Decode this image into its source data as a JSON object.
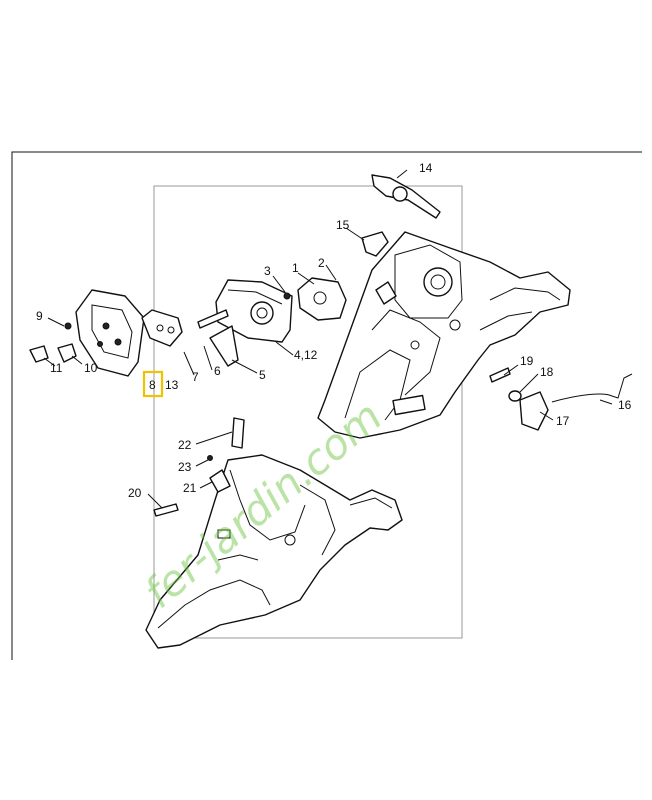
{
  "diagram": {
    "highlight_color": "#f2c200",
    "watermark": "fer-jardin.com",
    "labels": {
      "p1": "1",
      "p2": "2",
      "p3": "3",
      "p412": "4,12",
      "p5": "5",
      "p6": "6",
      "p7": "7",
      "p8": "8",
      "p9": "9",
      "p10": "10",
      "p11": "11",
      "p13": "13",
      "p14": "14",
      "p15": "15",
      "p16": "16",
      "p17": "17",
      "p18": "18",
      "p19": "19",
      "p20": "20",
      "p21": "21",
      "p22": "22",
      "p23": "23"
    }
  }
}
